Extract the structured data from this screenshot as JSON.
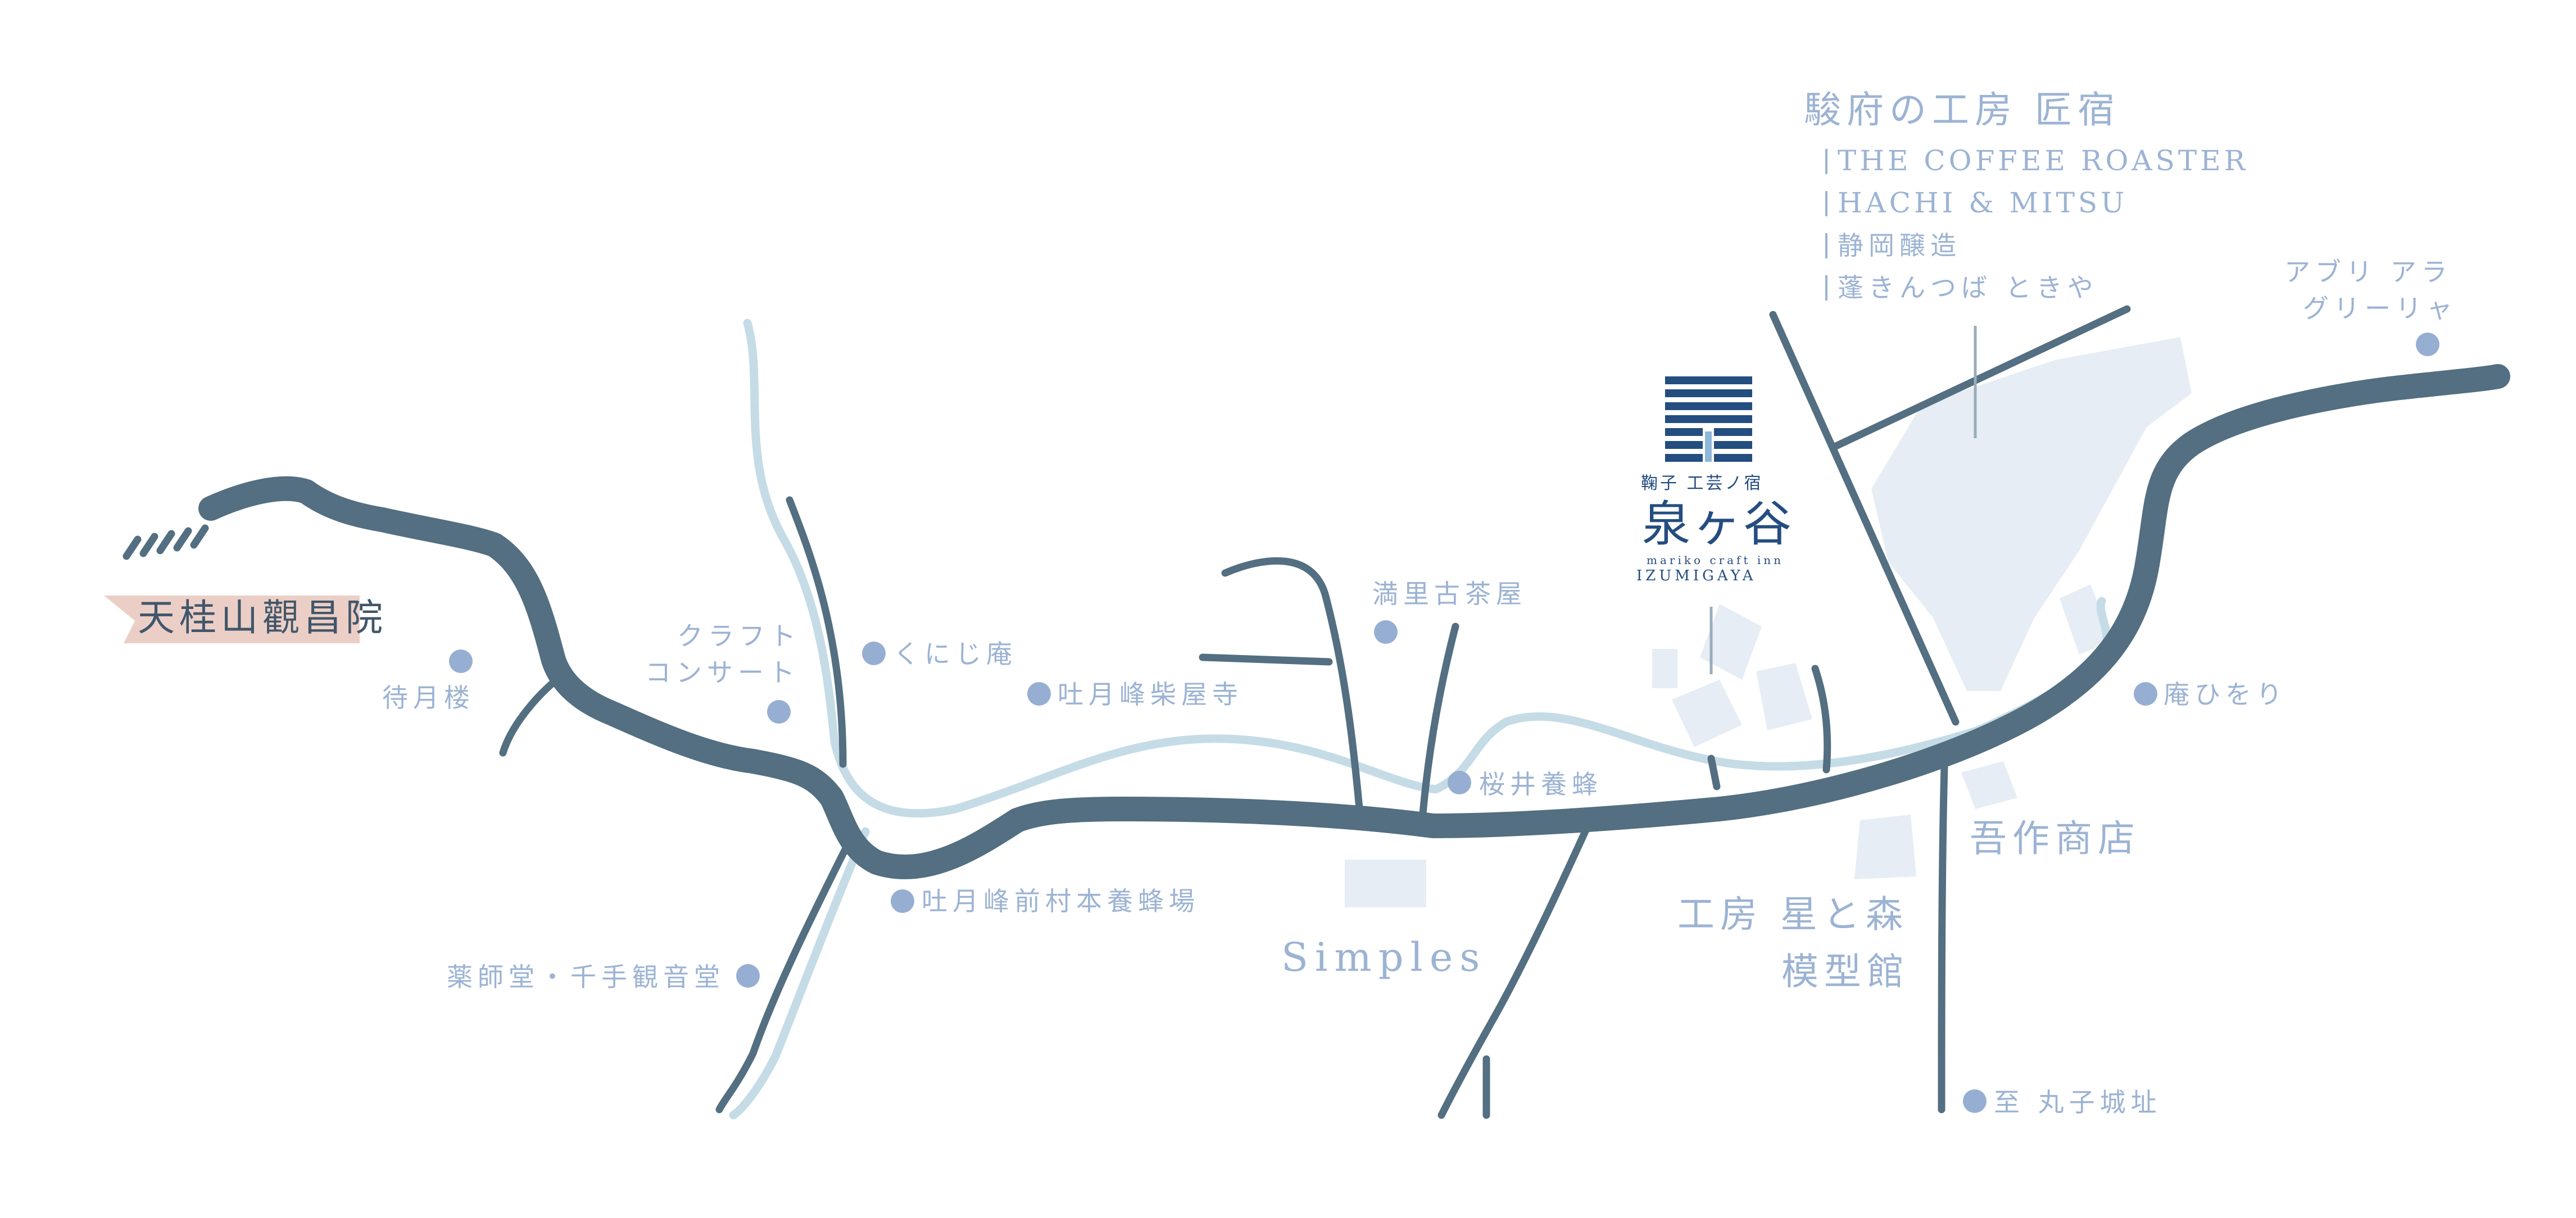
{
  "colors": {
    "road": "#536f81",
    "river": "#c5dce7",
    "poi_dot": "#97aed3",
    "label_text": "#9cb3d3",
    "building": "#e6edf5",
    "start_tag_bg": "#ebcfc6",
    "start_tag_text": "#41566a",
    "logo_blue": "#244d80"
  },
  "start_tag": {
    "label": "天桂山觀昌院"
  },
  "logo": {
    "icon": "inn-logo-icon",
    "subtitle": "鞠子 工芸ノ宿",
    "name": "泉ヶ谷",
    "english": "mariko craft inn",
    "romaji": "IZUMIGAYA"
  },
  "craft_group": {
    "title": "駿府の工房 匠宿",
    "items": [
      "THE COFFEE ROASTER",
      "HACHI & MITSU",
      "静岡醸造",
      "蓬きんつば ときや"
    ]
  },
  "places": {
    "taigetsuro": "待月楼",
    "craft_concert_line1": "クラフト",
    "craft_concert_line2": "コンサート",
    "kunijian": "くにじ庵",
    "saiokuji": "吐月峰柴屋寺",
    "mansato": "満里古茶屋",
    "sakurai": "桜井養蜂",
    "maemura": "吐月峰前村本養蜂場",
    "yakushido": "薬師堂・千手観音堂",
    "simples": "Simples",
    "kobo_line1": "工房 星と森",
    "kobo_line2": "模型館",
    "gosaku": "吾作商店",
    "hiyori": "庵ひをり",
    "abri_line1": "アブリ アラ",
    "abri_line2": "グリーリャ",
    "maruko": "至 丸子城址"
  }
}
